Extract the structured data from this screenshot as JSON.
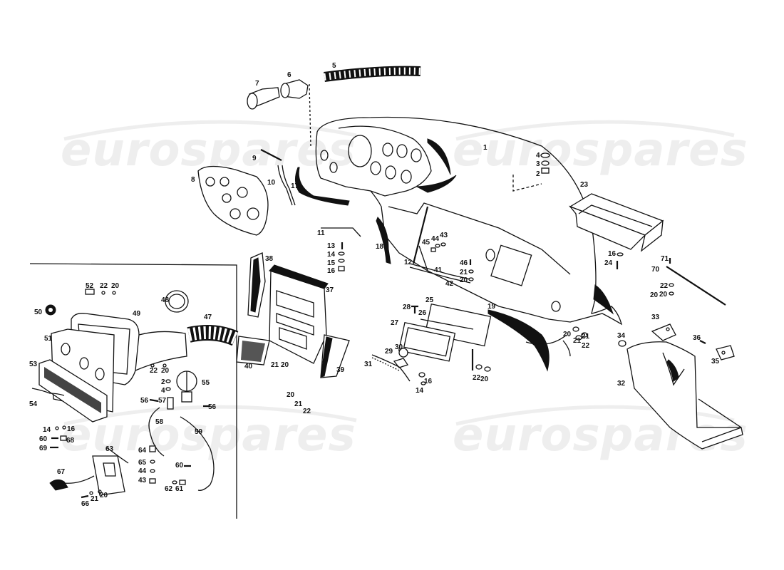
{
  "watermark": {
    "text": "eurospares",
    "color": "#eeeeee"
  },
  "labels": {
    "l1": "1",
    "l2": "2",
    "l3": "3",
    "l4": "4",
    "l5": "5",
    "l6": "6",
    "l7": "7",
    "l8": "8",
    "l9": "9",
    "l10": "10",
    "l11": "11",
    "l12": "12",
    "l13": "13",
    "l14": "14",
    "l15": "15",
    "l16": "16",
    "l17": "17",
    "l18": "18",
    "l19": "19",
    "l20": "20",
    "l21": "21",
    "l22": "22",
    "l23": "23",
    "l24": "24",
    "l25": "25",
    "l26": "26",
    "l27": "27",
    "l28": "28",
    "l29": "29",
    "l30": "30",
    "l31": "31",
    "l32": "32",
    "l33": "33",
    "l34": "34",
    "l35": "35",
    "l36": "36",
    "l37": "37",
    "l38": "38",
    "l39": "39",
    "l40": "40",
    "l41": "41",
    "l42": "42",
    "l43": "43",
    "l44": "44",
    "l45": "45",
    "l46": "46",
    "l47": "47",
    "l48": "48",
    "l49": "49",
    "l50": "50",
    "l51": "51",
    "l52": "52",
    "l53": "53",
    "l54": "54",
    "l55": "55",
    "l56": "56",
    "l57": "57",
    "l58": "58",
    "l59": "59",
    "l60": "60",
    "l61": "61",
    "l62": "62",
    "l63": "63",
    "l64": "64",
    "l65": "65",
    "l66": "66",
    "l67": "67",
    "l68": "68",
    "l69": "69",
    "l70": "70",
    "l71": "71"
  }
}
